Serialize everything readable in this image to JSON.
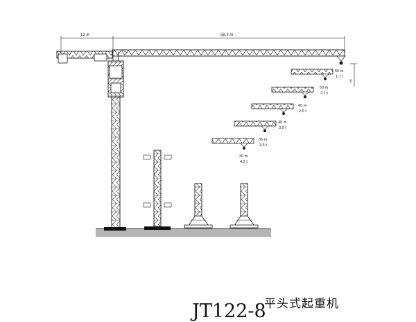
{
  "dimensions": {
    "counter_jib": "12 m",
    "main_jib": "58,3 m"
  },
  "tip_load": {
    "radius": "55 m",
    "load": "1,7 t"
  },
  "height_mark": "H",
  "jib_configs": [
    {
      "radius": "50 m",
      "load": "2,1 t"
    },
    {
      "radius": "45 m",
      "load": "2,6 t"
    },
    {
      "radius": "40 m",
      "load": "3,0 t"
    },
    {
      "radius": "35 m",
      "load": "3,6 t"
    },
    {
      "radius": "30 m",
      "load": "4,2 t"
    }
  ],
  "title_cn": "平头式起重机",
  "model": "JT122-8",
  "colors": {
    "line": "#1a1a1a",
    "ground": "#b5b5b5",
    "base": "#111111"
  }
}
